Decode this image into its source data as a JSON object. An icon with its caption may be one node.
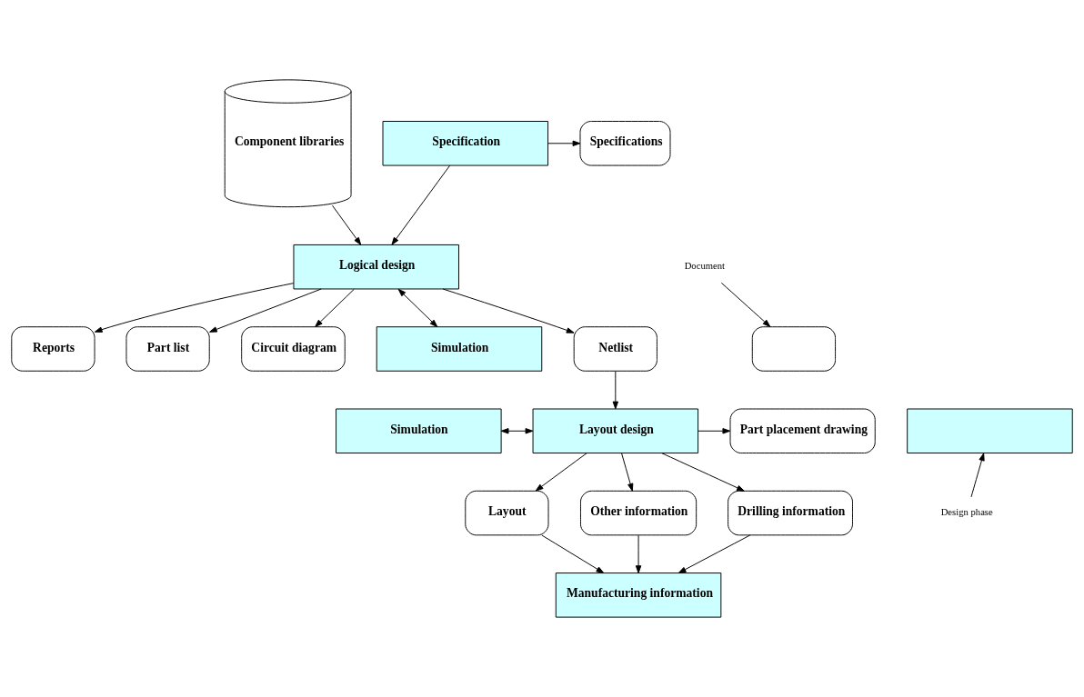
{
  "diagram": {
    "nodes": [
      {
        "text": [
          "Component libraries"
        ]
      },
      {
        "text": [
          "Specification"
        ]
      },
      {
        "text": [
          "Specifications"
        ]
      },
      {
        "text": [
          "Logical design"
        ]
      },
      {
        "text": [
          "Reports"
        ]
      },
      {
        "text": [
          "Part list"
        ]
      },
      {
        "text": [
          "Circuit diagram"
        ]
      },
      {
        "text": [
          "Simulation"
        ]
      },
      {
        "text": [
          "Netlist"
        ]
      },
      {
        "text": [
          "Simulation"
        ]
      },
      {
        "text": [
          "Layout design"
        ]
      },
      {
        "text": [
          "Part placement drawing"
        ]
      },
      {
        "text": [
          "Layout"
        ]
      },
      {
        "text": [
          "Other information"
        ]
      },
      {
        "text": [
          "Drilling information"
        ]
      },
      {
        "text": [
          "Manufacturing information"
        ]
      },
      {
        "text": [
          "Document"
        ]
      },
      {
        "text": [],
        "shape": "box"
      },
      {
        "text": [],
        "shape": "box"
      },
      {
        "text": [
          "Design phase"
        ]
      }
    ],
    "edges": [
      {
        "from": 1,
        "to": 2,
        "arrow": "to"
      },
      {
        "from": 1,
        "to": 3,
        "arrow": "to"
      },
      {
        "from": 0,
        "to": 3,
        "arrow": "to"
      },
      {
        "from": 3,
        "to": 4,
        "arrow": "to"
      },
      {
        "from": 3,
        "to": 5,
        "arrow": "to"
      },
      {
        "from": 3,
        "to": 6,
        "arrow": "to"
      },
      {
        "from": 3,
        "to": 7,
        "arrow": "both"
      },
      {
        "from": 3,
        "to": 8,
        "arrow": "to"
      },
      {
        "from": 8,
        "to": 10,
        "arrow": "to"
      },
      {
        "from": 9,
        "to": 10,
        "arrow": "both"
      },
      {
        "from": 10,
        "to": 11,
        "arrow": "to"
      },
      {
        "from": 10,
        "to": 12,
        "arrow": "to"
      },
      {
        "from": 10,
        "to": 13,
        "arrow": "to"
      },
      {
        "from": 10,
        "to": 14,
        "arrow": "to"
      },
      {
        "from": 12,
        "to": 15,
        "arrow": "to"
      },
      {
        "from": 13,
        "to": 15,
        "arrow": "to"
      },
      {
        "from": 14,
        "to": 15,
        "arrow": "to"
      },
      {
        "from": 16,
        "to": 17,
        "arrow": "to"
      },
      {
        "from": 19,
        "to": 18,
        "arrow": "to"
      }
    ]
  }
}
